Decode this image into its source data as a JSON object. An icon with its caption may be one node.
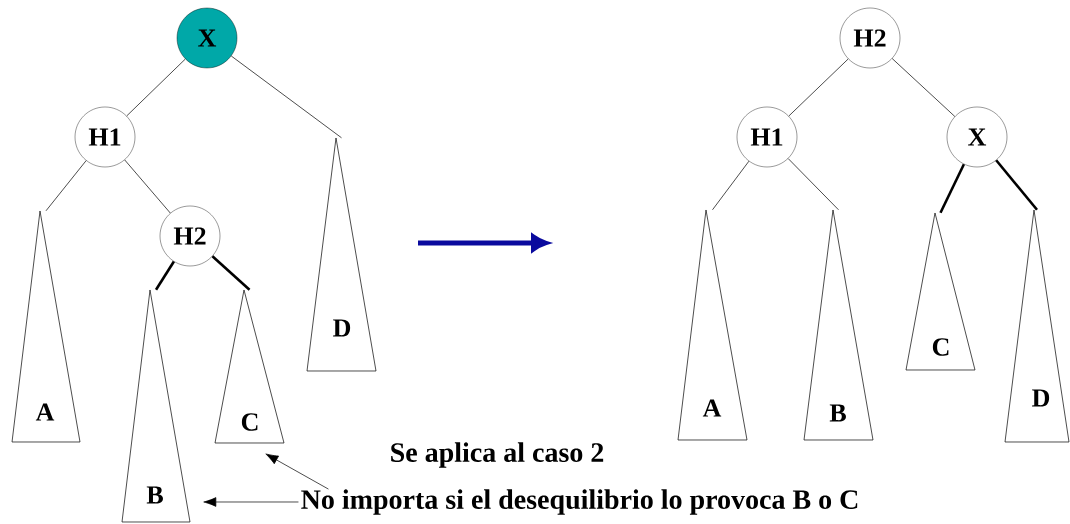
{
  "diagram": {
    "nodes": [
      {
        "text": [
          "X"
        ]
      },
      {
        "text": [
          "H1"
        ]
      },
      {
        "text": [
          "H2"
        ]
      },
      {
        "text": [
          "A"
        ]
      },
      {
        "text": [
          "B"
        ]
      },
      {
        "text": [
          "C"
        ]
      },
      {
        "text": [
          "D"
        ]
      },
      {
        "text": [
          "H2"
        ]
      },
      {
        "text": [
          "H1"
        ]
      },
      {
        "text": [
          "X"
        ]
      },
      {
        "text": [
          "A"
        ]
      },
      {
        "text": [
          "B"
        ]
      },
      {
        "text": [
          "C"
        ]
      },
      {
        "text": [
          "D"
        ]
      },
      {
        "text": [
          "No importa si el desequilibrio lo provoca B o C"
        ]
      }
    ],
    "edges": [
      {
        "from": 0,
        "to": 1,
        "arrow": "none"
      },
      {
        "from": 0,
        "to": 6,
        "arrow": "none"
      },
      {
        "from": 1,
        "to": 3,
        "arrow": "none"
      },
      {
        "from": 1,
        "to": 2,
        "arrow": "none"
      },
      {
        "from": 2,
        "to": 4,
        "arrow": "none",
        "style": "thick"
      },
      {
        "from": 2,
        "to": 5,
        "arrow": "none",
        "style": "thick"
      },
      {
        "from": 7,
        "to": 8,
        "arrow": "none"
      },
      {
        "from": 7,
        "to": 9,
        "arrow": "none"
      },
      {
        "from": 8,
        "to": 10,
        "arrow": "none"
      },
      {
        "from": 8,
        "to": 11,
        "arrow": "none"
      },
      {
        "from": 9,
        "to": 12,
        "arrow": "none",
        "style": "thick"
      },
      {
        "from": 9,
        "to": 13,
        "arrow": "none",
        "style": "thick"
      },
      {
        "from": 14,
        "to": 4,
        "arrow": "to"
      },
      {
        "from": 14,
        "to": 5,
        "arrow": "to"
      }
    ],
    "labels": [
      "Se aplica al caso 2"
    ]
  }
}
